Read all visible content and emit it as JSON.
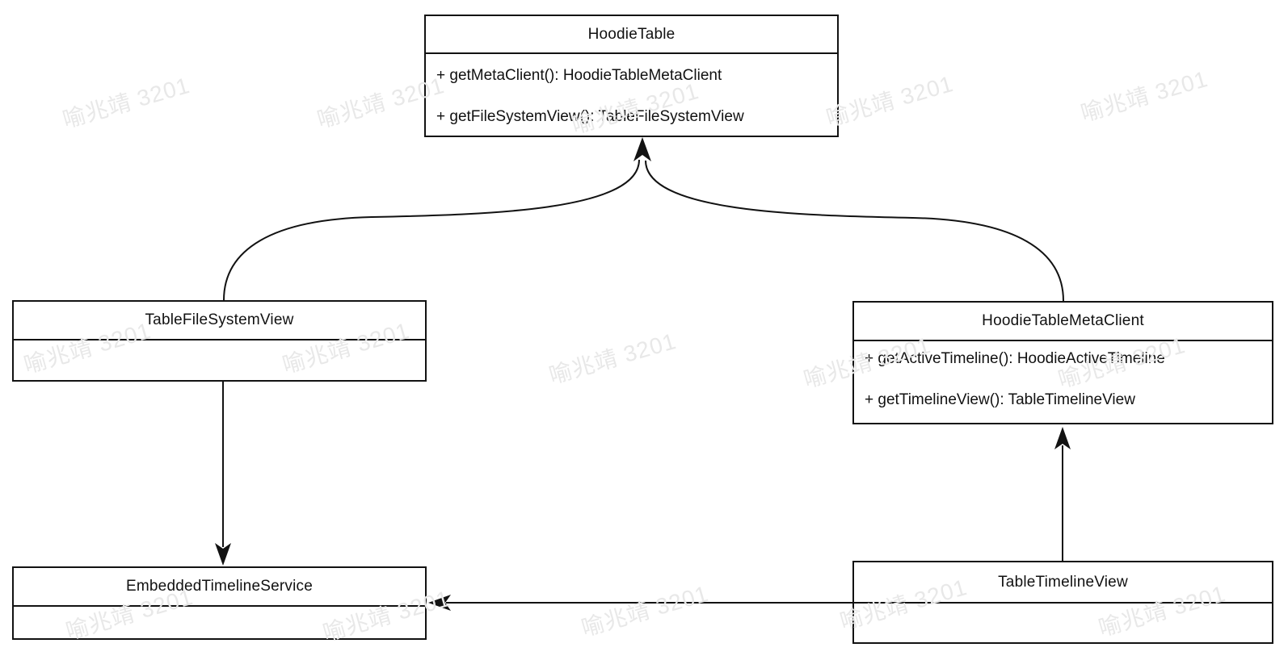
{
  "diagram": {
    "type": "uml-class-diagram",
    "classes": {
      "hoodie_table": {
        "name": "HoodieTable",
        "methods": [
          "+ getMetaClient(): HoodieTableMetaClient",
          "+ getFileSystemView(): TableFileSystemView"
        ]
      },
      "table_file_system_view": {
        "name": "TableFileSystemView",
        "methods": []
      },
      "hoodie_table_meta_client": {
        "name": "HoodieTableMetaClient",
        "methods": [
          "+ getActiveTimeline(): HoodieActiveTimeline",
          "+ getTimelineView(): TableTimelineView"
        ]
      },
      "embedded_timeline_service": {
        "name": "EmbeddedTimelineService",
        "methods": []
      },
      "table_timeline_view": {
        "name": "TableTimelineView",
        "methods": []
      }
    },
    "relationships": [
      {
        "from": "TableFileSystemView",
        "to": "HoodieTable",
        "style": "curved-arrow-up"
      },
      {
        "from": "HoodieTableMetaClient",
        "to": "HoodieTable",
        "style": "curved-arrow-up"
      },
      {
        "from": "TableFileSystemView",
        "to": "EmbeddedTimelineService",
        "style": "straight-arrow-down"
      },
      {
        "from": "TableTimelineView",
        "to": "HoodieTableMetaClient",
        "style": "straight-arrow-up"
      },
      {
        "from": "TableTimelineView",
        "to": "EmbeddedTimelineService",
        "style": "straight-arrow-left"
      }
    ],
    "colors": {
      "line": "#121212",
      "box_fill": "#ffffff",
      "text": "#111111",
      "watermark": "#e8e8e8",
      "background": "#ffffff"
    }
  },
  "watermark": {
    "text": "喻兆靖 3201"
  }
}
